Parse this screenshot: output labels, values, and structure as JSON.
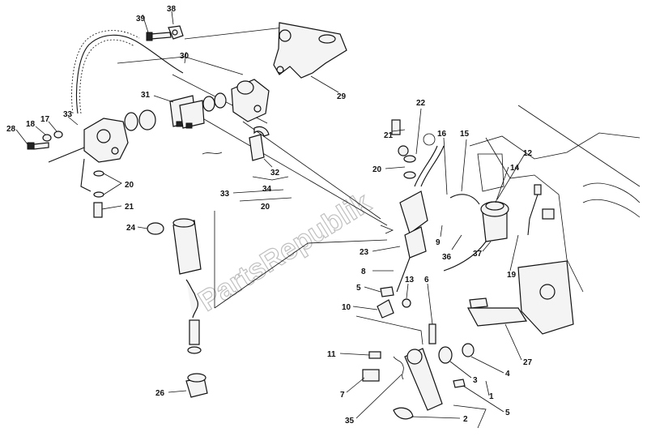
{
  "watermark": "PartsRepublik",
  "callouts": [
    "39",
    "38",
    "30",
    "29",
    "31",
    "33",
    "28",
    "18",
    "17",
    "20",
    "21",
    "24",
    "26",
    "22",
    "21",
    "16",
    "15",
    "20",
    "12",
    "14",
    "32",
    "34",
    "33",
    "20",
    "23",
    "9",
    "36",
    "37",
    "19",
    "8",
    "5",
    "13",
    "6",
    "10",
    "11",
    "7",
    "35",
    "3",
    "4",
    "27",
    "1",
    "5",
    "2"
  ]
}
